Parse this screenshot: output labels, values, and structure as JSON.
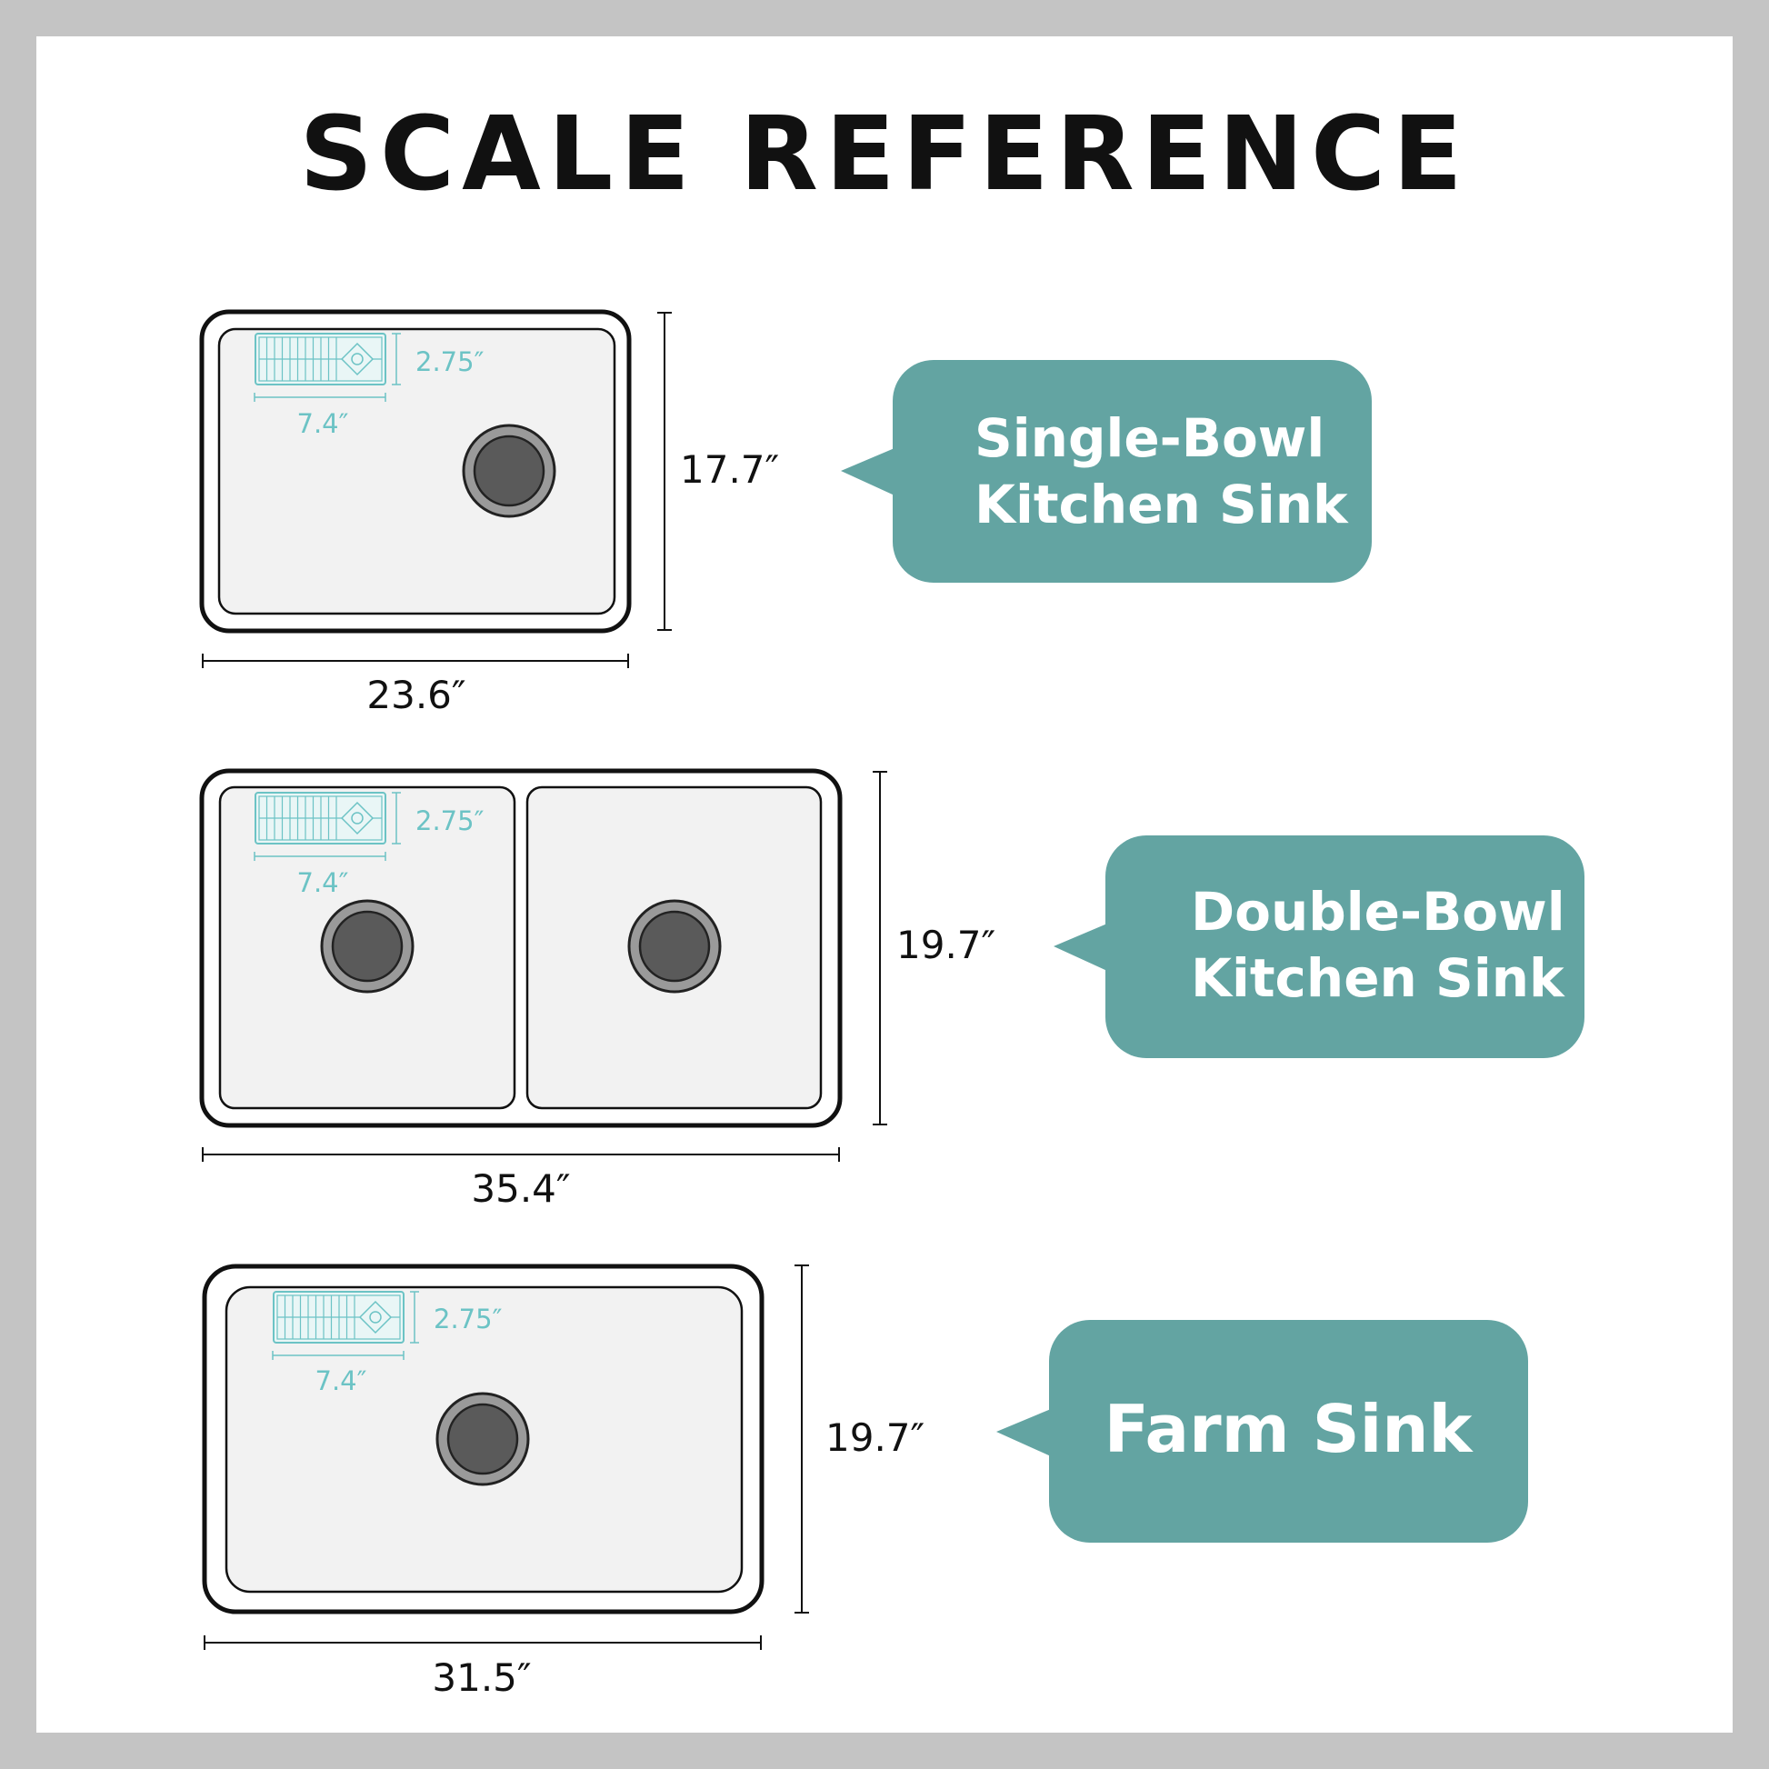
{
  "title": "SCALE REFERENCE",
  "colors": {
    "teal": "#63a4a2",
    "accessory": "#6cc3c5",
    "sink_fill": "#f2f2f2",
    "outline": "#111111",
    "drain": "#5a5a5a"
  },
  "accessory_labels": {
    "height": "2.75″",
    "width": "7.4″"
  },
  "sinks": [
    {
      "name": "single-bowl",
      "label_lines": [
        "Single-Bowl",
        "Kitchen Sink"
      ],
      "width_label": "23.6″",
      "height_label": "17.7″"
    },
    {
      "name": "double-bowl",
      "label_lines": [
        "Double-Bowl",
        "Kitchen Sink"
      ],
      "width_label": "35.4″",
      "height_label": "19.7″"
    },
    {
      "name": "farm",
      "label_lines": [
        "Farm Sink"
      ],
      "width_label": "31.5″",
      "height_label": "19.7″"
    }
  ]
}
